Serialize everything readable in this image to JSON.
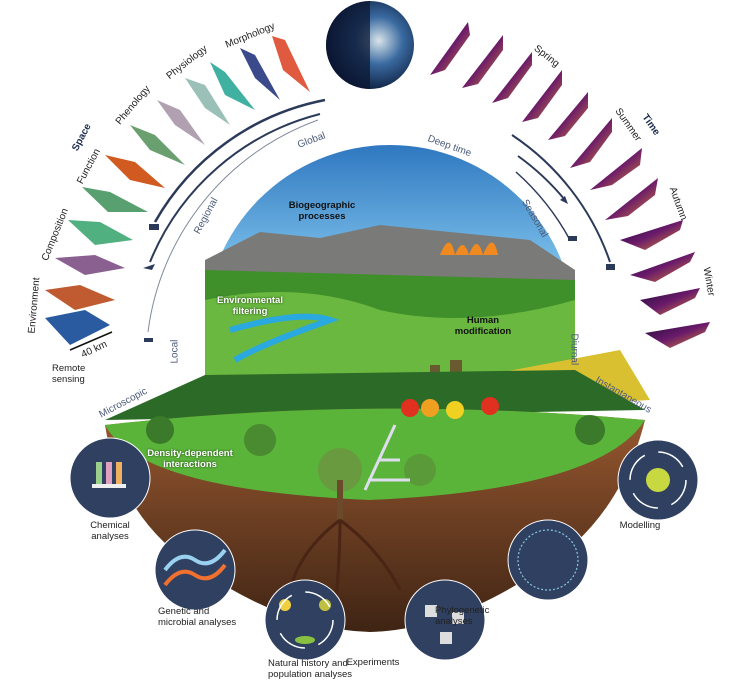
{
  "space": {
    "axis_label": "Space",
    "layers": [
      "Environment",
      "Composition",
      "Function",
      "Phenology",
      "Physiology",
      "Morphology"
    ],
    "scale_bar": "40 km",
    "caption": "Remote sensing",
    "scales": [
      "Microscopic",
      "Local",
      "Regional",
      "Global"
    ]
  },
  "time": {
    "axis_label": "Time",
    "seasons": [
      "Spring",
      "Summer",
      "Autumn",
      "Winter"
    ],
    "scales": [
      "Deep time",
      "Seasonal",
      "Diurnal",
      "Instantaneous"
    ]
  },
  "processes": {
    "biogeographic": "Biogeographic processes",
    "environmental_filtering": "Environmental filtering",
    "human_modification": "Human modification",
    "density_dependent": "Density-dependent interactions"
  },
  "methods": {
    "chemical": "Chemical analyses",
    "genetic": "Genetic and microbial analyses",
    "natural_history": "Natural history and population analyses",
    "experiments": "Experiments",
    "phylogenetic": "Phylogenetic analyses",
    "modelling": "Modelling"
  },
  "colors": {
    "arc": "#2c3a5a",
    "method_circle": "#2f4060",
    "sky": "#4a9fd8",
    "forest": "#3f8f2a",
    "soil": "#7a4a2a",
    "time_tile": "#3a0d5a"
  }
}
